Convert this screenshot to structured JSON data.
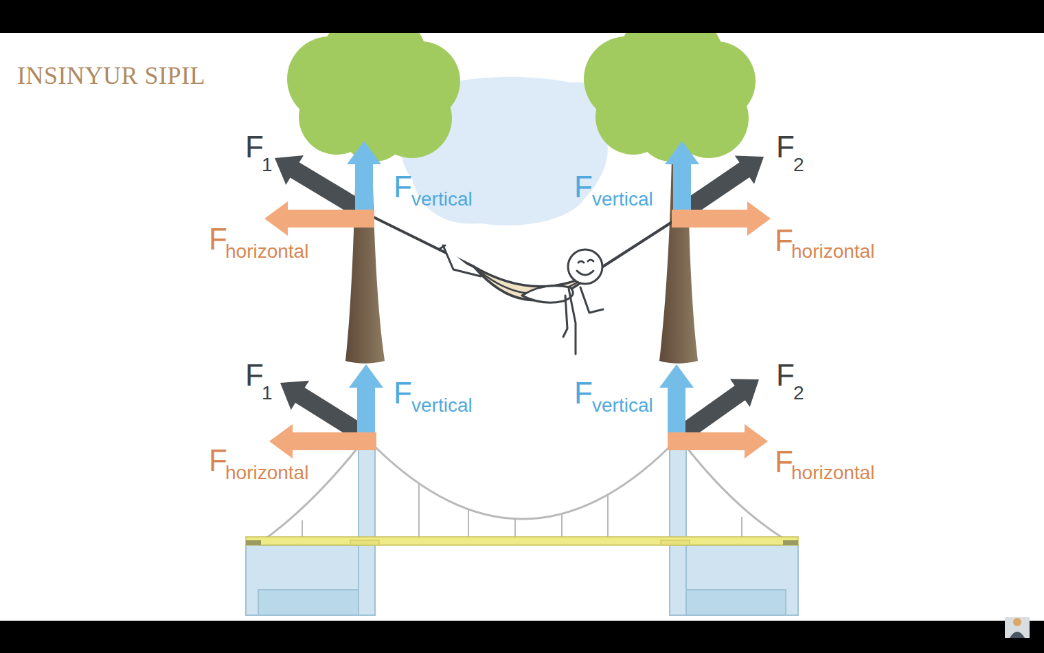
{
  "diagram": {
    "title": "INSINYUR SIPIL",
    "labels": [
      "F",
      "1",
      "F",
      "vertical",
      "F",
      "vertical",
      "F",
      "2",
      "F",
      "horizontal",
      "F",
      "horizontal",
      "F",
      "1",
      "F",
      "vertical",
      "F",
      "vertical",
      "F",
      "2",
      "F",
      "horizontal",
      "F",
      "horizontal"
    ]
  }
}
